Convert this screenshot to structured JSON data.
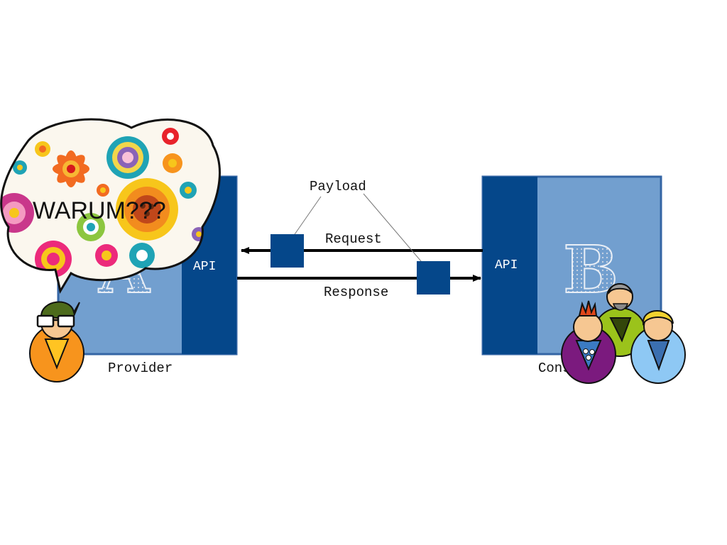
{
  "provider": {
    "letter": "A",
    "api_label": "API",
    "caption": "Provider"
  },
  "consumer": {
    "letter": "B",
    "api_label": "API",
    "caption": "Consumer"
  },
  "messages": {
    "payload": "Payload",
    "request": "Request",
    "response": "Response"
  },
  "thought_bubble": {
    "text": "WARUM???"
  },
  "colors": {
    "box_fill": "#729fcf",
    "api_fill": "#05478a",
    "box_border": "#3465a4",
    "arrow": "#000000"
  }
}
